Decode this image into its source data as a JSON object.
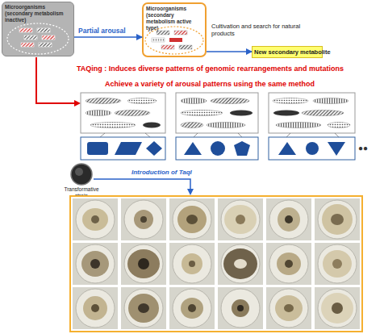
{
  "diagram": {
    "nodes": [
      {
        "text": [
          "Microorganisms (secondary metabolism inactive)"
        ]
      },
      {
        "text": [
          "Microorganisms (secondary metabolism active type)"
        ]
      },
      {
        "text": [
          "New secondary metabolite"
        ]
      },
      {
        "text": [
          "Transformative strain"
        ]
      }
    ],
    "edges": [
      {
        "from": 0,
        "to": 1,
        "arrow": "to",
        "label": "Partial arousal"
      },
      {
        "from": 1,
        "to": 2,
        "arrow": "to",
        "label": "Cultivation and search for natural products"
      }
    ],
    "labels": [
      "TAQing : Induces diverse patterns of genomic rearrangements and mutations",
      "Achieve a variety of arousal patterns using the same method",
      "●●",
      "Introduction of TaqI"
    ]
  }
}
